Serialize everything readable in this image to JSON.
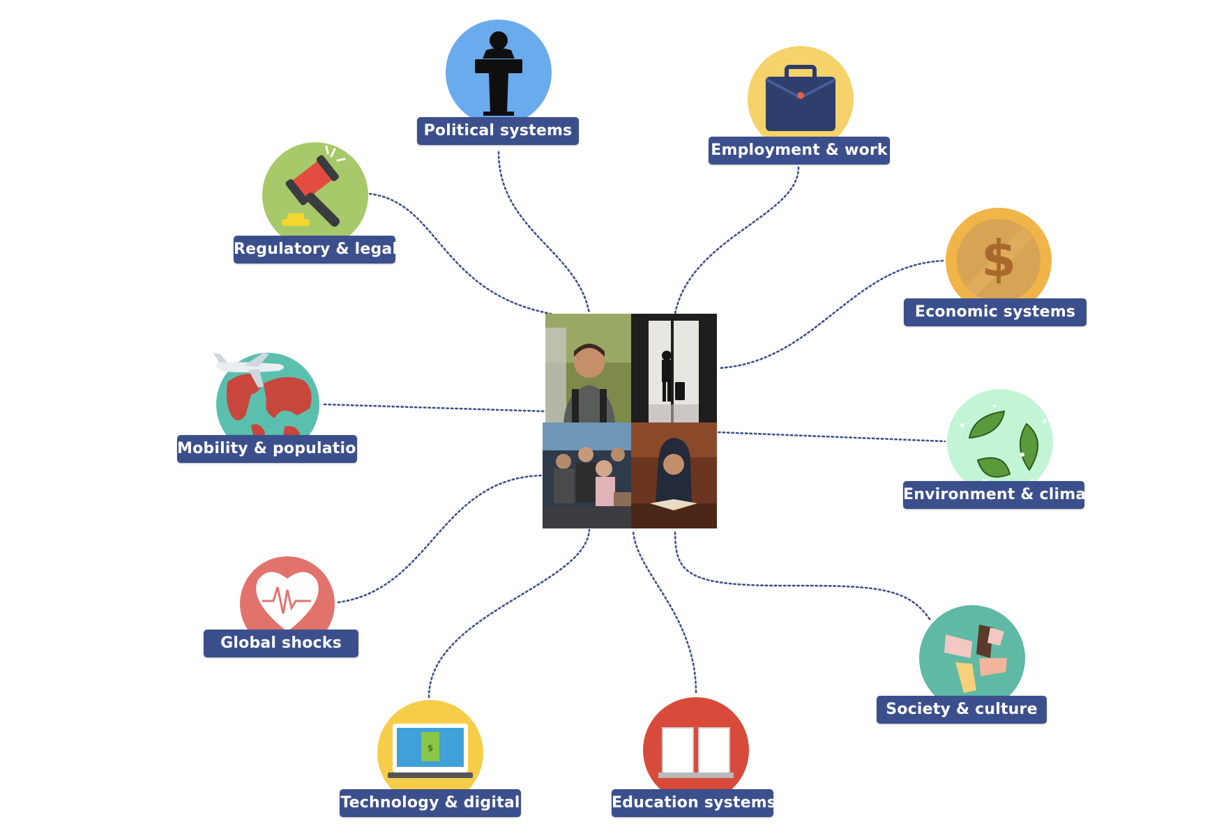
{
  "center": {
    "photos": [
      "student-with-backpack-photo",
      "traveler-with-suitcase-photo",
      "students-in-lecture-hall-photo",
      "student-reading-book-photo"
    ]
  },
  "topics": [
    {
      "key": "political",
      "label": "Political systems",
      "icon": "podium-speaker-icon",
      "color": "#6aabed"
    },
    {
      "key": "employment",
      "label": "Employment & work",
      "icon": "briefcase-icon",
      "color": "#f5d36a"
    },
    {
      "key": "regulatory",
      "label": "Regulatory & legal",
      "icon": "gavel-icon",
      "color": "#a7c96a"
    },
    {
      "key": "economic",
      "label": "Economic systems",
      "icon": "dollar-coin-icon",
      "color": "#f0b448"
    },
    {
      "key": "mobility",
      "label": "Mobility & population",
      "icon": "globe-airplane-icon",
      "color": "#5bbfae"
    },
    {
      "key": "environment",
      "label": "Environment & climate",
      "icon": "leaves-icon",
      "color": "#c2f5d6"
    },
    {
      "key": "global",
      "label": "Global shocks",
      "icon": "heart-pulse-icon",
      "color": "#e2736c"
    },
    {
      "key": "society",
      "label": "Society & culture",
      "icon": "linked-hands-icon",
      "color": "#5fb9a4"
    },
    {
      "key": "technology",
      "label": "Technology & digital",
      "icon": "laptop-money-icon",
      "color": "#f5cd48"
    },
    {
      "key": "education",
      "label": "Education systems",
      "icon": "open-book-icon",
      "color": "#d84b3a"
    }
  ],
  "colors": {
    "label_bg": "#3b4f8c",
    "label_text": "#ffffff",
    "connector": "#3b4f8c"
  }
}
